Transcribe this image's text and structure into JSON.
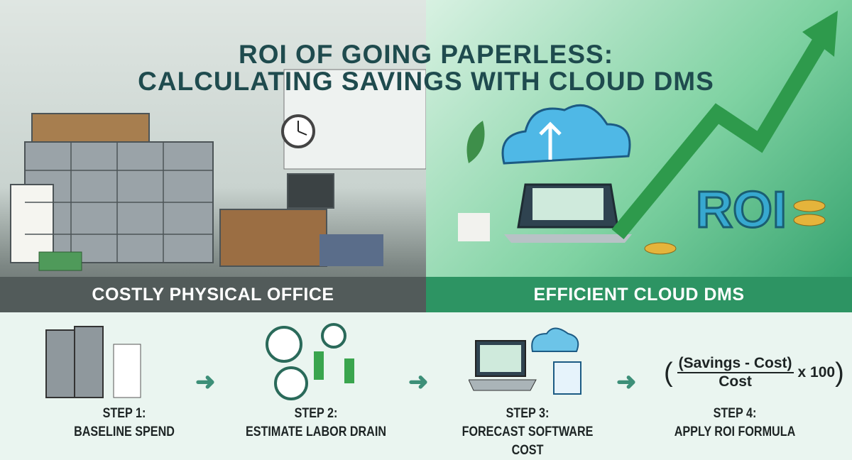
{
  "title": {
    "line1": "ROI OF GOING PAPERLESS:",
    "line2": "CALCULATING SAVINGS WITH CLOUD DMS"
  },
  "panels": {
    "left_label": "COSTLY PHYSICAL OFFICE",
    "right_label": "EFFICIENT CLOUD DMS",
    "roi_sign": "ROI"
  },
  "steps": [
    {
      "step": "STEP 1:",
      "label": "BASELINE SPEND",
      "icon": "filing-cabinet-icon"
    },
    {
      "step": "STEP 2:",
      "label": "ESTIMATE LABOR DRAIN",
      "icon": "clock-workers-icon"
    },
    {
      "step": "STEP 3:",
      "label": "FORECAST SOFTWARE COST",
      "icon": "laptop-cloud-icon"
    },
    {
      "step": "STEP 4:",
      "label": "APPLY ROI FORMULA",
      "icon": "formula-icon"
    }
  ],
  "formula": {
    "numerator": "(Savings - Cost)",
    "denominator": "Cost",
    "multiplier": "x 100",
    "open": "(",
    "close": ")"
  },
  "colors": {
    "title": "#1f4b4e",
    "left_band": "#525b5a",
    "right_band": "#2d9463",
    "arrow": "#3d8f78"
  }
}
